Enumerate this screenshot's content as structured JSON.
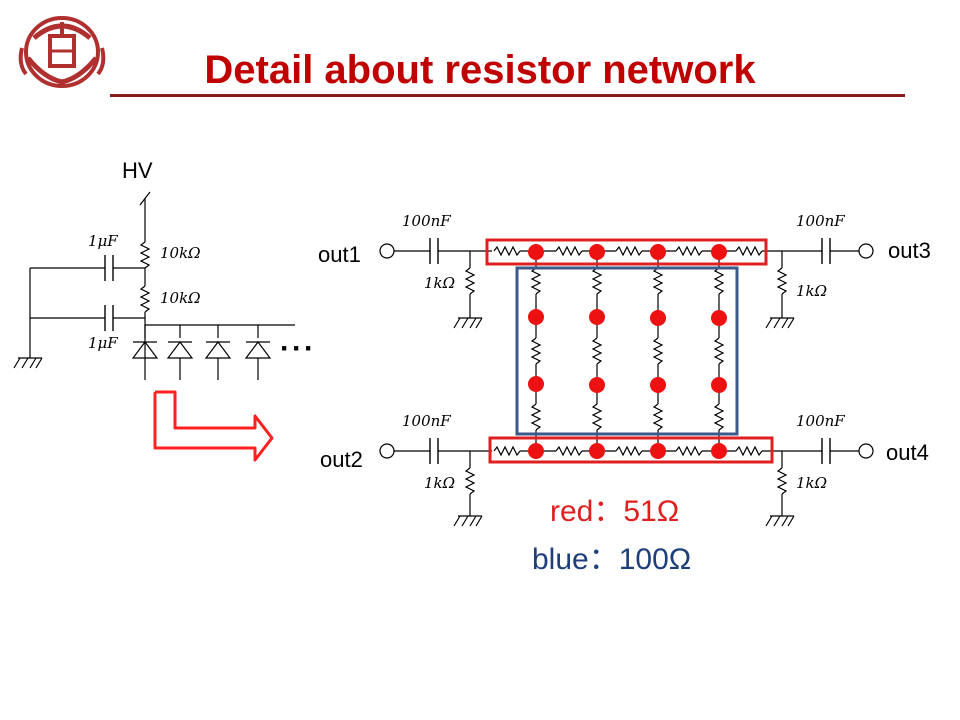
{
  "slide": {
    "title": "Detail about resistor network",
    "hv_label": "HV",
    "outputs": {
      "out1": "out1",
      "out2": "out2",
      "out3": "out3",
      "out4": "out4"
    },
    "ellipsis": "···",
    "components": {
      "cap_uF": "1μF",
      "res_10k": "10kΩ",
      "cap_nF": "100nF",
      "res_1k": "1kΩ"
    },
    "legend": {
      "red": "red：51Ω",
      "blue": "blue：100Ω"
    },
    "colors": {
      "accent": "#c00000",
      "red_box": "#e02020",
      "blue_box": "#3a5a8a",
      "node": "#ee1111",
      "rule": "#8b1a1a",
      "legend_blue": "#1f3f7a"
    },
    "logo_icon": "university-crest-icon"
  }
}
